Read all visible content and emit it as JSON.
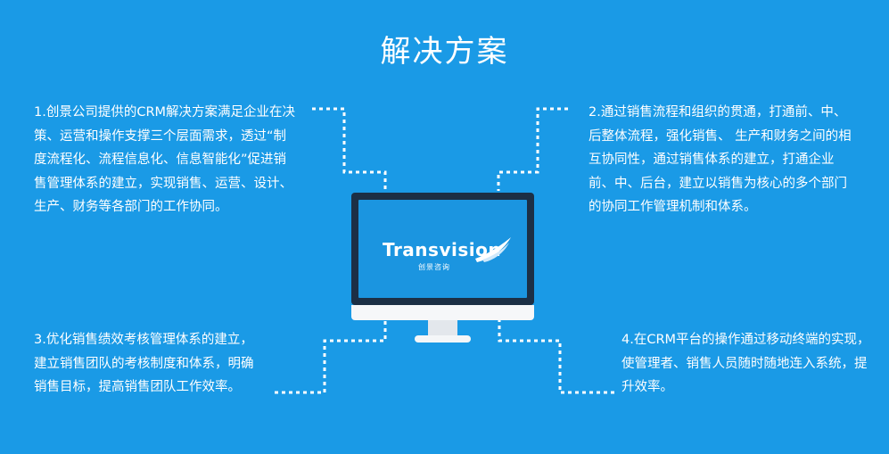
{
  "title": "解决方案",
  "blocks": [
    {
      "text": "1.创景公司提供的CRM解决方案满足企业在决策、运营和操作支撑三个层面需求，透过“制度流程化、流程信息化、信息智能化”促进销售管理体系的建立，实现销售、运营、设计、生产、财务等各部门的工作协同。"
    },
    {
      "text": "2.通过销售流程和组织的贯通，打通前、中、后整体流程，强化销售、 生产和财务之间的相互协同性，通过销售体系的建立，打通企业前、中、后台，建立以销售为核心的多个部门的协同工作管理机制和体系。"
    },
    {
      "text": "3.优化销售绩效考核管理体系的建立，建立销售团队的考核制度和体系，明确销售目标，提高销售团队工作效率。"
    },
    {
      "text": "4.在CRM平台的操作通过移动终端的实现，使管理者、销售人员随时随地连入系统，提升效率。"
    }
  ],
  "logo": {
    "brand": "Transvision",
    "sub": "创景咨询"
  },
  "colors": {
    "background": "#1a9ae6",
    "text": "#ffffff",
    "bezel": "#1c2f45",
    "screen": "#1b95e0"
  }
}
